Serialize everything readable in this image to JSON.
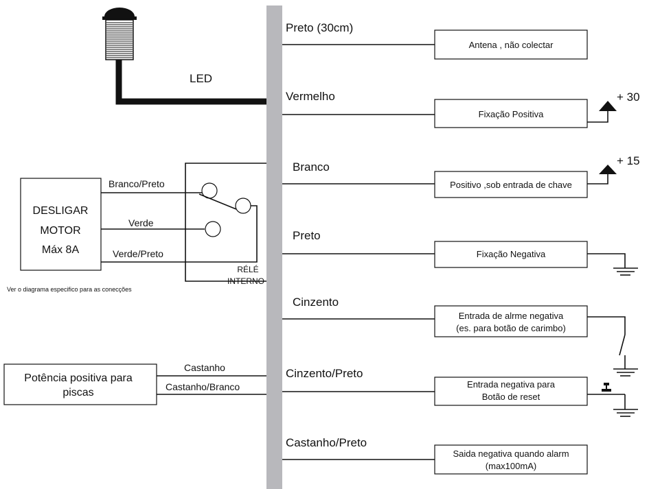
{
  "wires": [
    {
      "color_label": "Preto (30cm)",
      "box_text": [
        "Antena , não colectar"
      ]
    },
    {
      "color_label": "Vermelho",
      "box_text": [
        "Fixação Positiva"
      ],
      "terminal": "+ 30"
    },
    {
      "color_label": "Branco",
      "box_text": [
        "Positivo ,sob entrada de chave"
      ],
      "terminal": "+ 15"
    },
    {
      "color_label": "Preto",
      "box_text": [
        "Fixação Negativa"
      ]
    },
    {
      "color_label": "Cinzento",
      "box_text": [
        "Entrada de alrme negativa",
        "(es. para botão de carimbo)"
      ]
    },
    {
      "color_label": "Cinzento/Preto",
      "box_text": [
        "Entrada negativa para",
        "Botão de reset"
      ]
    },
    {
      "color_label": "Castanho/Preto",
      "box_text": [
        "Saida negativa quando alarm",
        "(max100mA)"
      ]
    }
  ],
  "led": {
    "label": "LED"
  },
  "motor": {
    "lines": [
      "DESLIGAR",
      "MOTOR",
      "Máx 8A"
    ],
    "wires": [
      "Branco/Preto",
      "Verde",
      "Verde/Preto"
    ],
    "note": "Ver o diagrama especifico para as conecções"
  },
  "relay": {
    "lines": [
      "RÉLÉ",
      "INTERNO"
    ]
  },
  "flasher": {
    "lines": [
      "Potência positiva para",
      "piscas"
    ],
    "wires": [
      "Castanho",
      "Castanho/Branco"
    ]
  },
  "colors": {
    "trunk": "#b8b8bc",
    "ink": "#111111",
    "background": "#ffffff"
  }
}
